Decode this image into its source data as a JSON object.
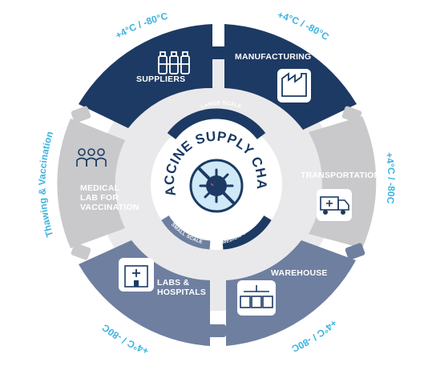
{
  "center": {
    "title": "VACCINE SUPPLY CHAIN",
    "large_scale": "LARGE SCALE",
    "small_scale": "SMALL SCALE",
    "medium_scale": "MEDIUM SCALE",
    "icon": "virus-prohibited-icon"
  },
  "segments": [
    {
      "id": "suppliers",
      "lines": [
        "SUPPLIERS"
      ],
      "icon": "vials-icon"
    },
    {
      "id": "manufacturing",
      "lines": [
        "MANUFACTURING"
      ],
      "icon": "factory-icon"
    },
    {
      "id": "transportation",
      "lines": [
        "TRANSPORTATION"
      ],
      "icon": "ambulance-truck-icon"
    },
    {
      "id": "warehouse",
      "lines": [
        "WAREHOUSE"
      ],
      "icon": "warehouse-icon"
    },
    {
      "id": "labs-hospitals",
      "lines": [
        "LABS &",
        "HOSPITALS"
      ],
      "icon": "hospital-icon"
    },
    {
      "id": "medical-lab",
      "lines": [
        "MEDICAL",
        "LAB FOR",
        "VACCINATION"
      ],
      "icon": "people-icon"
    }
  ],
  "temperatures": {
    "suppliers": "+4°C / -80°C",
    "manufacturing": "+4°C / -80°C",
    "transportation": "+4°C / -80C",
    "warehouse": "+4°C / -80C",
    "labs": "+4°C / -80C",
    "thawing": "Thawing & Vaccination"
  },
  "colors": {
    "navy": "#1c3a63",
    "light_gray": "#c9c9cb",
    "slate": "#6e7fa0",
    "accent": "#3bb3e0",
    "gear_gray": "#e8e8ea"
  }
}
